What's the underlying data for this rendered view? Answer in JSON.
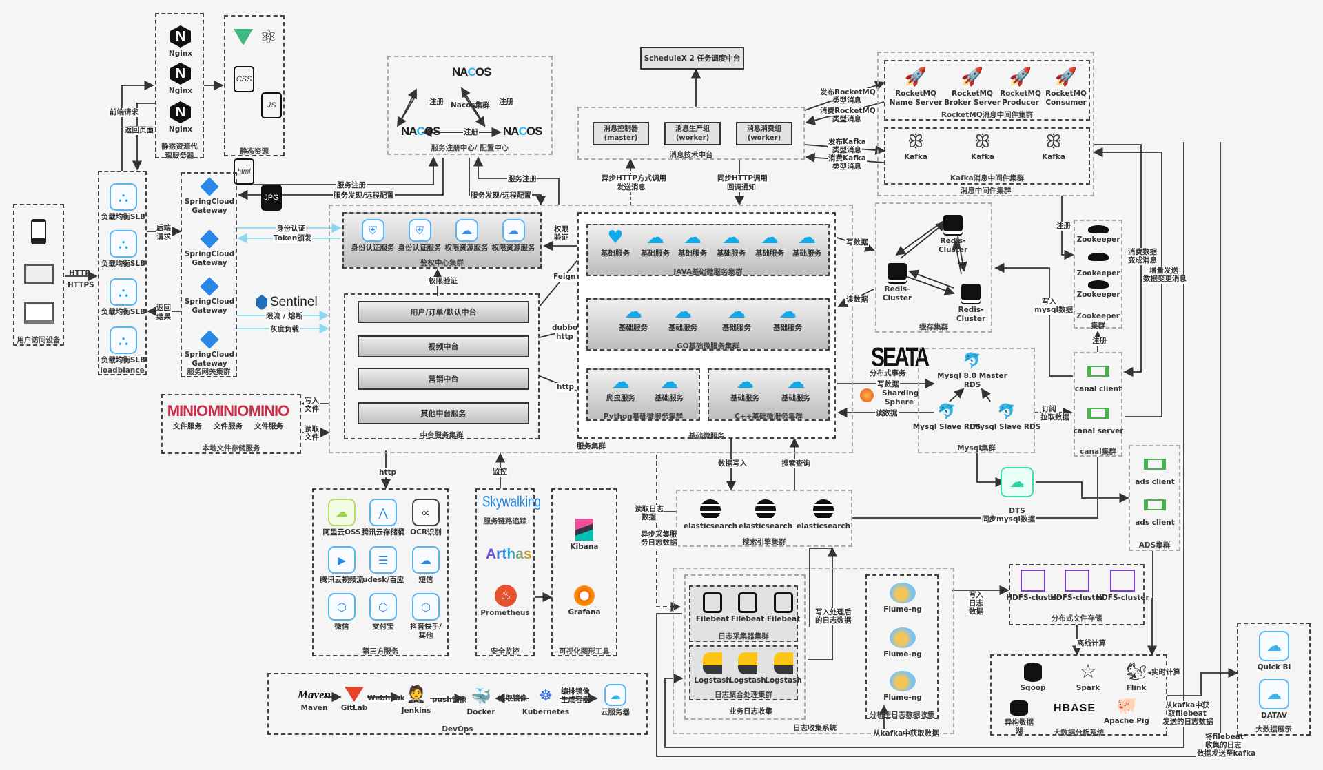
{
  "user_devices": {
    "title": "用户访问设备",
    "link_label": [
      "HTTP",
      "HTTPS"
    ]
  },
  "nginx": {
    "title": [
      "静态资源代",
      "理服务器"
    ],
    "items": [
      "Nginx",
      "Nginx",
      "Nginx"
    ],
    "to_lb": "前端请求",
    "from_lb": "返回页面"
  },
  "static": {
    "title": "静态资源",
    "files": [
      "CSS",
      "JS",
      "html",
      "JPG"
    ]
  },
  "slb": {
    "title": "loadblance",
    "items": [
      "负载均衡SLB",
      "负载均衡SLB",
      "负载均衡SLB",
      "负载均衡SLB"
    ],
    "to_gw": [
      "后端",
      "请求"
    ],
    "from_gw": [
      "返回",
      "结果"
    ]
  },
  "gateway": {
    "title": "服务网关集群",
    "items": [
      [
        "SpringCloud",
        "Gateway"
      ],
      [
        "SpringCloud",
        "Gateway"
      ],
      [
        "SpringCloud",
        "Gateway"
      ],
      [
        "SpringCloud",
        "Gateway"
      ]
    ],
    "auth": [
      "身份认证",
      "Token颁发"
    ],
    "sentinel": "Sentinel",
    "limit": "限流 / 熔断",
    "gray": "灰度负载"
  },
  "nacos": {
    "title": "服务注册中心/ 配置中心",
    "cluster": "Nacos集群",
    "logo": [
      "NA",
      "C",
      "OS"
    ],
    "register": "注册",
    "reg1": "服务注册",
    "disc1": "服务发现/远程配置",
    "reg2": "服务注册",
    "disc2": "服务发现/远程配置"
  },
  "schedulex": {
    "label": "ScheduleX 2 任务调度中台"
  },
  "msg_center": {
    "title": "消息技术中台",
    "items": [
      [
        "消息控制器",
        "(master)"
      ],
      [
        "消息生产组",
        "(worker)"
      ],
      [
        "消息消费组",
        "(worker)"
      ]
    ],
    "async": [
      "异步HTTP方式调用",
      "发送消息"
    ],
    "sync": [
      "同步HTTP调用",
      "回调通知"
    ]
  },
  "mq": {
    "title": "消息中间件集群",
    "rocket_title": "RocketMQ消息中间件集群",
    "rocket": [
      [
        "RocketMQ",
        "Name Server"
      ],
      [
        "RocketMQ",
        "Broker Server"
      ],
      [
        "RocketMQ",
        "Producer"
      ],
      [
        "RocketMQ",
        "Consumer"
      ]
    ],
    "kafka_title": "Kafka消息中间件集群",
    "kafka": [
      "Kafka",
      "Kafka",
      "Kafka"
    ],
    "pub_rocket": [
      "发布RocketMQ",
      "类型消息"
    ],
    "sub_rocket": [
      "消费RocketMQ",
      "类型消息"
    ],
    "pub_kafka": [
      "发布Kafka",
      "类型消息"
    ],
    "sub_kafka": [
      "消费Kafka",
      "类型消息"
    ]
  },
  "auth_center": {
    "title": "鉴权中心集群",
    "items": [
      "身份认证服务",
      "身份认证服务",
      "权限资源服务",
      "权限资源服务"
    ],
    "perm": "权限验证",
    "perm2": [
      "权限",
      "验证"
    ]
  },
  "middle": {
    "title": "中台服务集群",
    "items": [
      "用户/订单/默认中台",
      "视频中台",
      "营销中台",
      "其他中台服务"
    ],
    "feign": "Feign",
    "dubbo": [
      "dubbo",
      "http"
    ],
    "http": "http"
  },
  "services": {
    "title": "服务集群",
    "base_title": "基础微服务",
    "java_title": "JAVA基础微服务集群",
    "java": [
      "基础服务",
      "基础服务",
      "基础服务",
      "基础服务",
      "基础服务",
      "基础服务"
    ],
    "go_title": "GO基础微服务集群",
    "go": [
      "基础服务",
      "基础服务",
      "基础服务",
      "基础服务"
    ],
    "py_title": "Python基础微服务集群",
    "py": [
      "爬虫服务",
      "基础服务"
    ],
    "cpp_title": "C++基础微服务集群",
    "cpp": [
      "基础服务",
      "基础服务"
    ]
  },
  "cache": {
    "title": "缓存集群",
    "items": [
      [
        "Redis-",
        "Cluster"
      ],
      [
        "Redis-",
        "Cluster"
      ],
      [
        "Redis-",
        "Cluster"
      ]
    ],
    "write": "写数据",
    "read": "读数据"
  },
  "mysql": {
    "title": "Mysql集群",
    "master": [
      "Mysql 8.0 Master",
      "RDS"
    ],
    "slaves": [
      "Mysql Slave RDS",
      "Mysql Slave RDS"
    ],
    "seata": "SEATA",
    "seata_label": "分布式事务",
    "sharding": [
      "Sharding",
      "Sphere"
    ],
    "write": "写数据",
    "read": "读数据",
    "subscribe": [
      "订阅",
      "拉取数据"
    ],
    "write_mysql": [
      "写入",
      "mysql数据"
    ]
  },
  "zookeeper": {
    "title": [
      "Zookeeper",
      "集群"
    ],
    "items": [
      "Zookeeper",
      "Zookeeper",
      "Zookeeper"
    ],
    "register": "注册",
    "register2": "注册"
  },
  "canal": {
    "title": "canal集群",
    "items": [
      "canal client",
      "canal server"
    ],
    "consume": [
      "消费数据",
      "变成消息"
    ],
    "incr": [
      "增量发送",
      "数据变更消息"
    ]
  },
  "minio": {
    "title": "本地文件存储服务",
    "items": [
      "文件服务",
      "文件服务",
      "文件服务"
    ],
    "write": [
      "写入",
      "文件"
    ],
    "read": [
      "读取",
      "文件"
    ]
  },
  "third": {
    "title": "第三方服务",
    "http": "http",
    "items": [
      "阿里云OSS",
      "腾讯云存储桶",
      "OCR识别",
      "腾讯云视频流",
      "udesk/百应",
      "短信",
      "微信",
      "支付宝",
      [
        "抖音快手/",
        "其他"
      ]
    ]
  },
  "monitor": {
    "title": "安全监控",
    "monitor": "监控",
    "skywalking": "Skywalking",
    "sky_label": "服务链路追踪",
    "arthas": "Arthas",
    "prometheus": "Prometheus"
  },
  "viz": {
    "title": "可视化图形工具",
    "items": [
      "Kibana",
      "Grafana"
    ]
  },
  "search": {
    "title": "搜索引擎集群",
    "items": [
      "elasticsearch",
      "elasticsearch",
      "elasticsearch"
    ],
    "write": "数据写入",
    "query": "搜索查询",
    "read_log": [
      "读取日志",
      "数据"
    ],
    "async_log": [
      "异步采集服",
      "务日志数据"
    ]
  },
  "dts": {
    "label": "DTS",
    "sync": "同步mysql数据"
  },
  "ads": {
    "title": "ADS集群",
    "items": [
      "ads client",
      "ads client"
    ]
  },
  "logs": {
    "system": "日志收集系统",
    "biz": "业务日志收集",
    "fb_title": "日志采集器集群",
    "filebeat": [
      "Filebeat",
      "Filebeat",
      "Filebeat"
    ],
    "ls_title": "日志聚合处理集群",
    "logstash": [
      "Logstash",
      "Logstash",
      "Logstash"
    ],
    "write_after": [
      "写入处理后",
      "的日志数据"
    ],
    "flume_title": "分析型日志数据收集",
    "flume": [
      "Flume-ng",
      "Flume-ng",
      "Flume-ng"
    ],
    "from_kafka": "从kafka中获取数据",
    "write_log": [
      "写入",
      "日志",
      "数据"
    ]
  },
  "hdfs": {
    "title": "分布式文件存储",
    "items": [
      "HDFS-cluster",
      "HDFS-cluster",
      "HDFS-cluster"
    ],
    "offline": "离线计算"
  },
  "bigdata": {
    "title": "大数据分析系统",
    "items": [
      "Sqoop",
      "Spark",
      "Flink",
      [
        "异构数据",
        "湖"
      ],
      "HBASE",
      "Apache Pig"
    ],
    "realtime": "实时计算",
    "from_kafka": [
      "从kafka中获",
      "取filebeat",
      "发送的日志数据"
    ],
    "send_kafka": [
      "将filebeat",
      "收集的日志",
      "数据发送至kafka"
    ]
  },
  "display": {
    "title": "大数据展示",
    "items": [
      "Quick BI",
      "DATAV"
    ]
  },
  "devops": {
    "title": "DevOps",
    "items": [
      "Maven",
      "GitLab",
      "Jenkins",
      "Docker",
      "Kubernetes",
      "云服务器"
    ],
    "webhook": "Webhook",
    "push": "push镜像",
    "pull": "拉取镜像",
    "orchestrate": [
      "编排镜像",
      "生成容器"
    ]
  }
}
